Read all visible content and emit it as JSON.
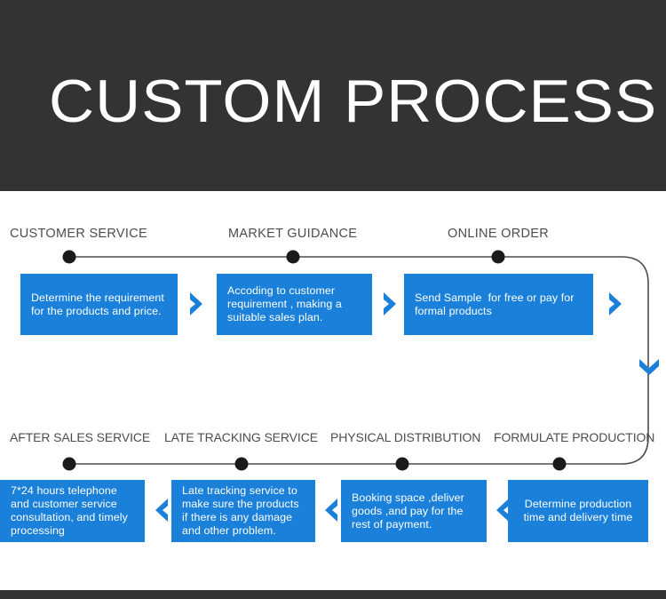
{
  "header": {
    "title": "CUSTOM PROCESS",
    "background_color": "#333333",
    "text_color": "#ffffff"
  },
  "theme": {
    "accent_blue": "#1a80d9",
    "line_gray": "#4d4d4d",
    "label_gray": "#4d4d4d",
    "page_background": "#ffffff"
  },
  "flow": {
    "top_row": {
      "direction": "left-to-right",
      "steps": [
        {
          "label": "CUSTOMER SERVICE",
          "text": "Determine the requirement for the products and price.",
          "align": "left"
        },
        {
          "label": "MARKET GUIDANCE",
          "text": "Accoding to customer requirement , making a suitable sales plan.",
          "align": "left"
        },
        {
          "label": "ONLINE ORDER",
          "text": "Send Sample  for free or pay for formal products",
          "align": "left"
        }
      ]
    },
    "bottom_row": {
      "direction": "right-to-left",
      "steps": [
        {
          "label": "AFTER SALES SERVICE",
          "text": "7*24 hours telephone and customer service consultation, and timely processing",
          "align": "left"
        },
        {
          "label": "LATE TRACKING SERVICE",
          "text": "Late tracking service to make sure the products if there is any damage and other problem.",
          "align": "left"
        },
        {
          "label": "PHYSICAL DISTRIBUTION",
          "text": "Booking space ,deliver goods ,and pay for the rest of payment.",
          "align": "left"
        },
        {
          "label": "FORMULATE PRODUCTION",
          "text": "Determine production time and delivery time",
          "align": "center"
        }
      ]
    },
    "icons": {
      "forward_chevron": "chevron-right-icon",
      "backward_chevron": "chevron-left-icon",
      "wrap_chevron": "chevron-down-icon",
      "milestone": "timeline-dot-icon"
    }
  }
}
